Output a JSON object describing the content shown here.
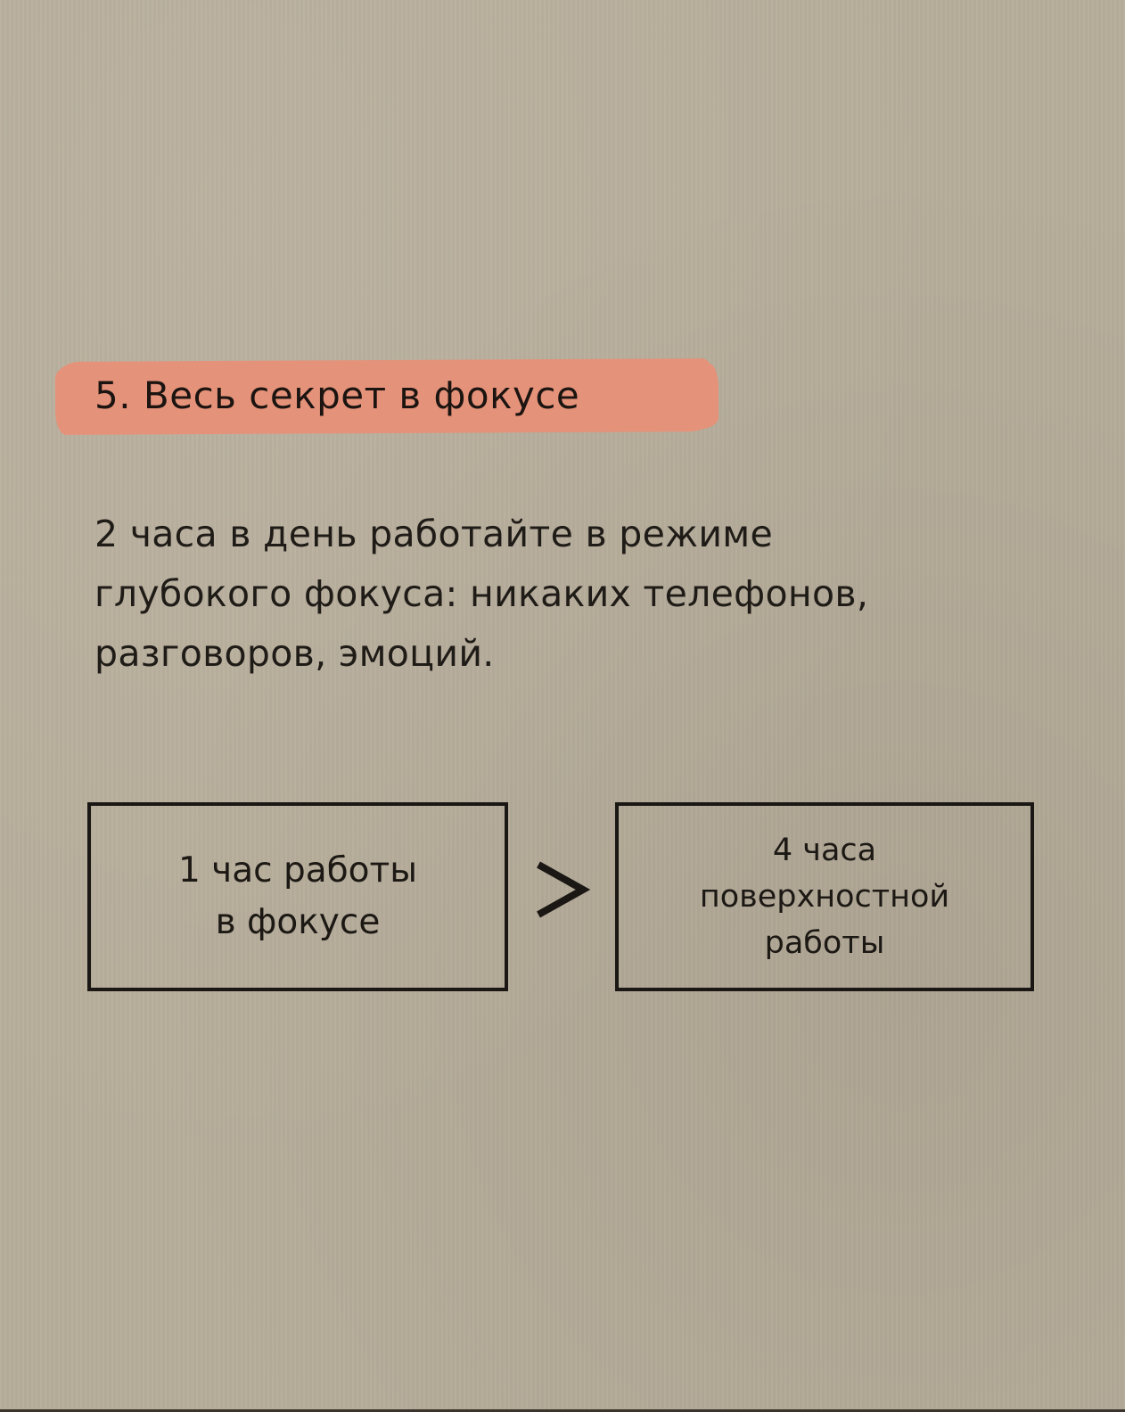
{
  "heading": {
    "text": "5. Весь секрет в фокусе",
    "highlight_color": "#e5927a"
  },
  "body": {
    "lines": [
      "2 часа в день работайте в режиме",
      "глубокого фокуса: никаких телефонов,",
      "разговоров, эмоций."
    ]
  },
  "comparison": {
    "left_box": {
      "lines": [
        "1 час работы",
        "в фокусе"
      ]
    },
    "operator": ">",
    "operator_icon": "greater-than-icon",
    "right_box": {
      "lines": [
        "4 часа",
        "поверхностной",
        "работы"
      ]
    }
  },
  "colors": {
    "background": "#b7ad9b",
    "text": "#1e1a16",
    "accent": "#e5927a"
  }
}
